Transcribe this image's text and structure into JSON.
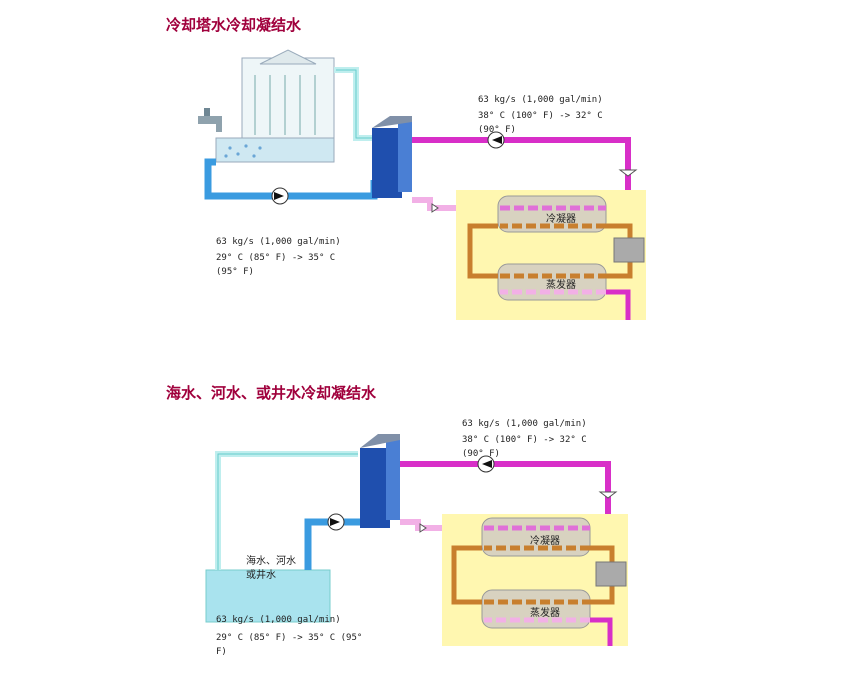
{
  "section1": {
    "title": "冷却塔水冷却凝结水",
    "hot_loop": {
      "flow": "63 kg/s (1,000 gal/min)",
      "temps_line1": "38°  C (100°  F) -> 32°  C",
      "temps_line2": "(90°  F)"
    },
    "cold_loop": {
      "flow": "63 kg/s (1,000 gal/min)",
      "temps_line1": "29°  C (85°  F) -> 35°  C",
      "temps_line2": "(95°  F)"
    },
    "condenser": "冷凝器",
    "evaporator": "蒸发器"
  },
  "section2": {
    "title": "海水、河水、或井水冷却凝结水",
    "hot_loop": {
      "flow": "63 kg/s (1,000 gal/min)",
      "temps_line1": "38°  C (100°  F) -> 32°  C",
      "temps_line2": "(90°  F)"
    },
    "cold_loop": {
      "flow": "63 kg/s (1,000 gal/min)",
      "temps_line1": "29°  C (85°  F) -> 35°  C (95°",
      "temps_line2": "F)"
    },
    "water_source_line1": "海水、河水",
    "water_source_line2": "或井水",
    "condenser": "冷凝器",
    "evaporator": "蒸发器"
  },
  "colors": {
    "title": "#a0003c",
    "cool_pipe": "#3a9be0",
    "light_pipe": "#bfeeee",
    "hot_pipe": "#d82fc8",
    "pink_pipe": "#f2b0e6",
    "chiller_bg": "#fff7b0",
    "refrigerant_pipe": "#c87f2e",
    "heat_exchanger": "#1f4fae"
  }
}
